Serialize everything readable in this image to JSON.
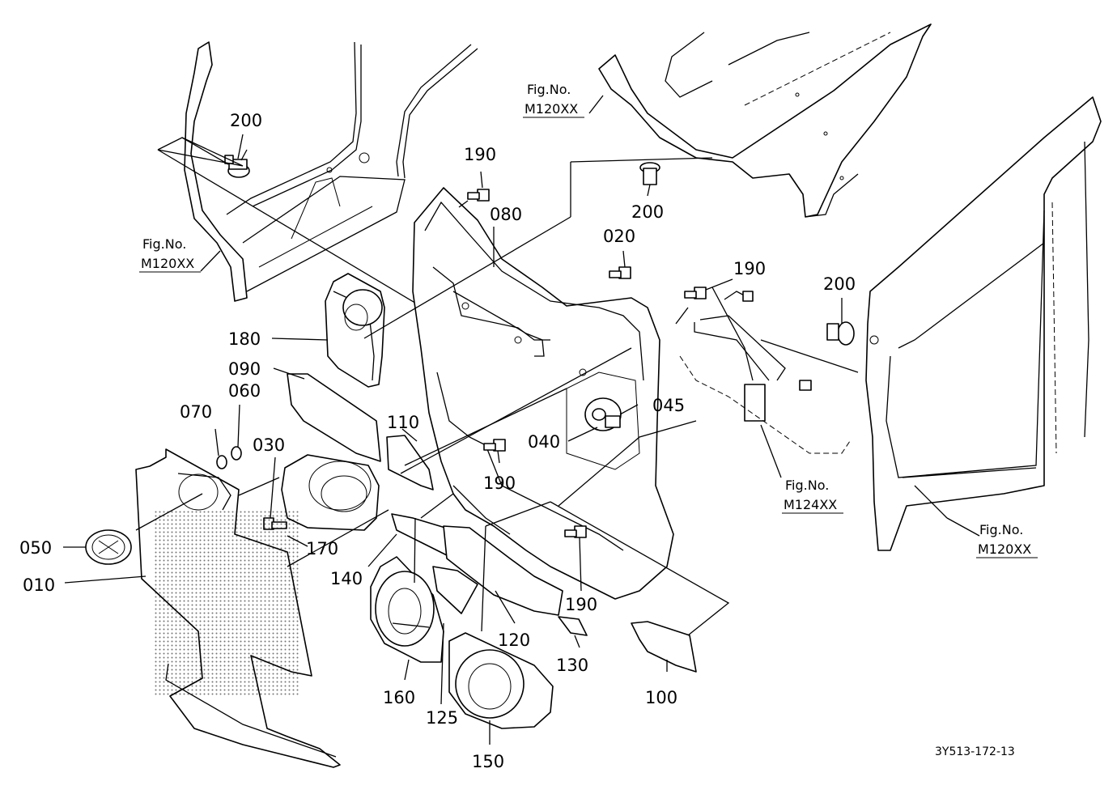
{
  "callouts": {
    "c010": "010",
    "c020": "020",
    "c030": "030",
    "c040": "040",
    "c045": "045",
    "c050": "050",
    "c060": "060",
    "c070": "070",
    "c080": "080",
    "c090": "090",
    "c100": "100",
    "c110": "110",
    "c120": "120",
    "c125": "125",
    "c130": "130",
    "c140": "140",
    "c150": "150",
    "c160": "160",
    "c170": "170",
    "c180": "180",
    "c190a": "190",
    "c190b": "190",
    "c190c": "190",
    "c190d": "190",
    "c200a": "200",
    "c200b": "200",
    "c200c": "200"
  },
  "figure_refs": {
    "topLeft": {
      "label": "Fig.No.",
      "code": "M120XX"
    },
    "topCenter": {
      "label": "Fig.No.",
      "code": "M120XX"
    },
    "middleRight": {
      "label": "Fig.No.",
      "code": "M124XX"
    },
    "bottomRight": {
      "label": "Fig.No.",
      "code": "M120XX"
    }
  },
  "drawing_code": "3Y513-172-13"
}
